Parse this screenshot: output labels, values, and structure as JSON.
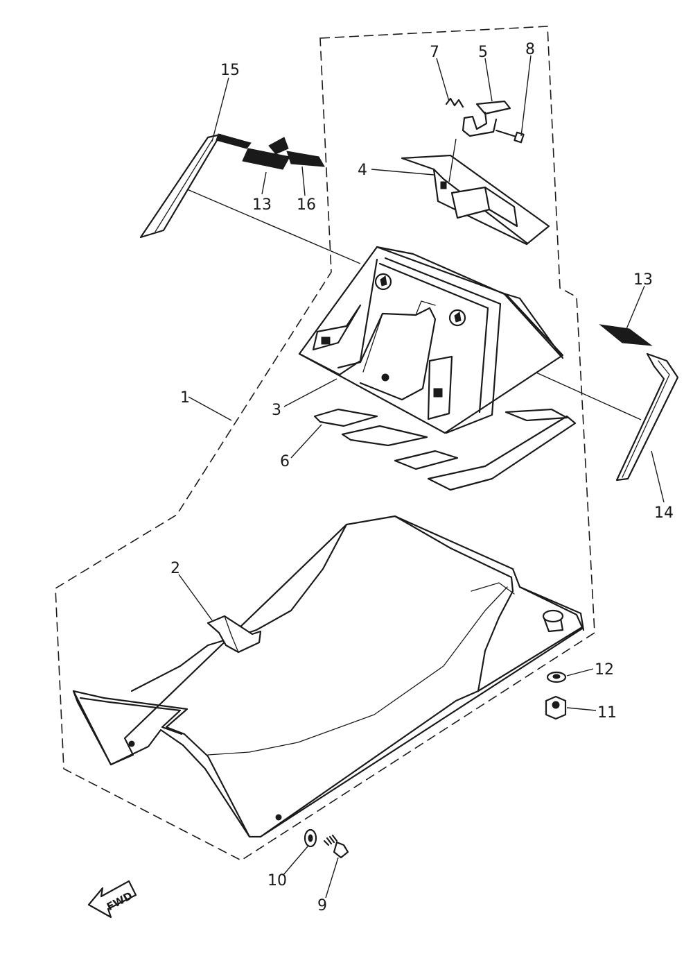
{
  "callouts": {
    "c1": "1",
    "c2": "2",
    "c3": "3",
    "c4": "4",
    "c5": "5",
    "c6": "6",
    "c7": "7",
    "c8": "8",
    "c9": "9",
    "c10": "10",
    "c11": "11",
    "c12": "12",
    "c13a": "13",
    "c13b": "13",
    "c14": "14",
    "c15": "15",
    "c16": "16"
  },
  "fwd_label": "FWD"
}
